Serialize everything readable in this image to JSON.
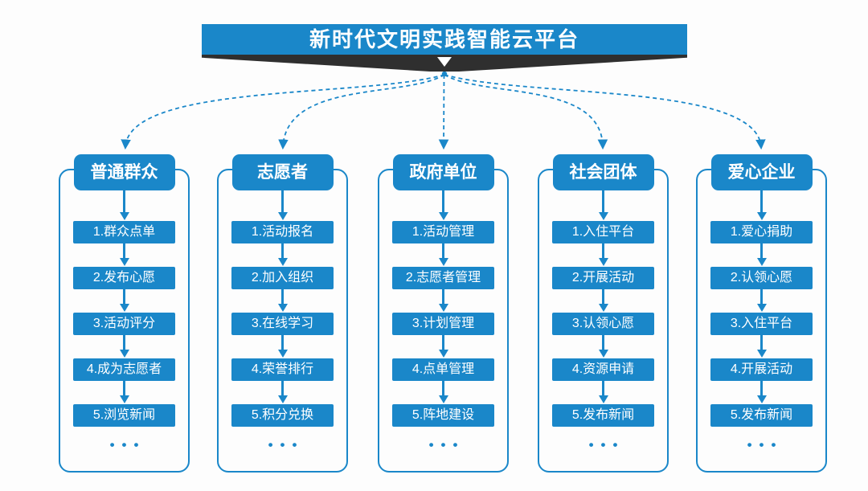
{
  "title": "新时代文明实践智能云平台",
  "more_indicator": "•••",
  "colors": {
    "accent": "#1a87c9",
    "ribbon": "#2f2f2f",
    "background": "#fdfdfd",
    "text_on_blue": "#ffffff"
  },
  "columns": [
    {
      "header": "普通群众",
      "items": [
        "1.群众点单",
        "2.发布心愿",
        "3.活动评分",
        "4.成为志愿者",
        "5.浏览新闻"
      ]
    },
    {
      "header": "志愿者",
      "items": [
        "1.活动报名",
        "2.加入组织",
        "3.在线学习",
        "4.荣誉排行",
        "5.积分兑换"
      ]
    },
    {
      "header": "政府单位",
      "items": [
        "1.活动管理",
        "2.志愿者管理",
        "3.计划管理",
        "4.点单管理",
        "5.阵地建设"
      ]
    },
    {
      "header": "社会团体",
      "items": [
        "1.入住平台",
        "2.开展活动",
        "3.认领心愿",
        "4.资源申请",
        "5.发布新闻"
      ]
    },
    {
      "header": "爱心企业",
      "items": [
        "1.爱心捐助",
        "2.认领心愿",
        "3.入住平台",
        "4.开展活动",
        "5.发布新闻"
      ]
    }
  ]
}
